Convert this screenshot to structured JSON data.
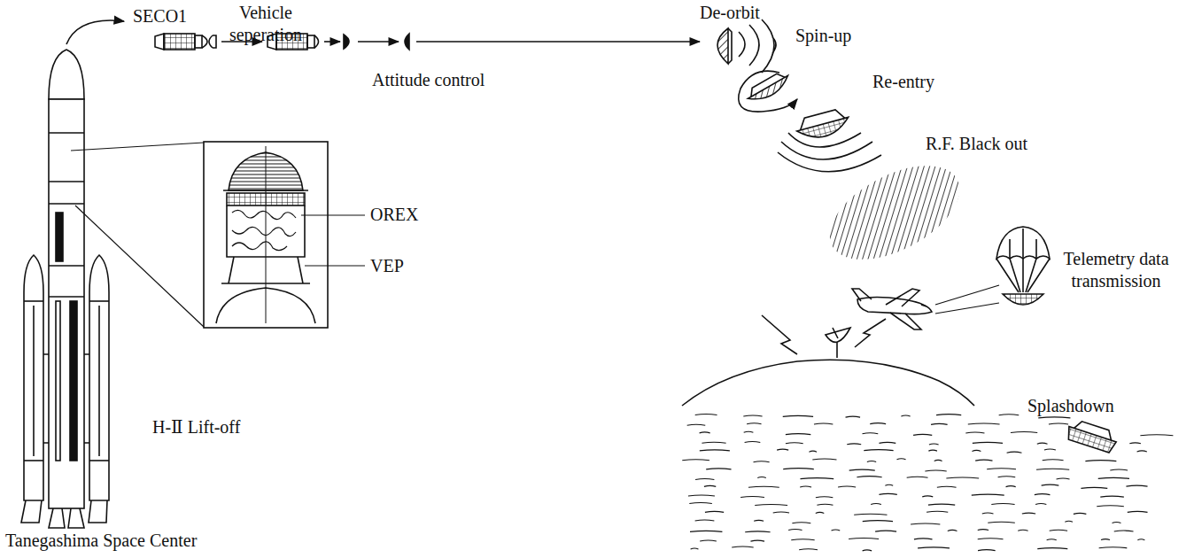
{
  "diagram": {
    "labels": [
      "SECO1",
      "Vehicle seperation",
      "De-orbit",
      "Spin-up",
      "Attitude control",
      "Re-entry",
      "OREX",
      "VEP",
      "R.F. Black out",
      "Telemetry data transmission",
      "H-Ⅱ Lift-off",
      "Splashdown",
      "Tanegashima Space Center"
    ]
  }
}
